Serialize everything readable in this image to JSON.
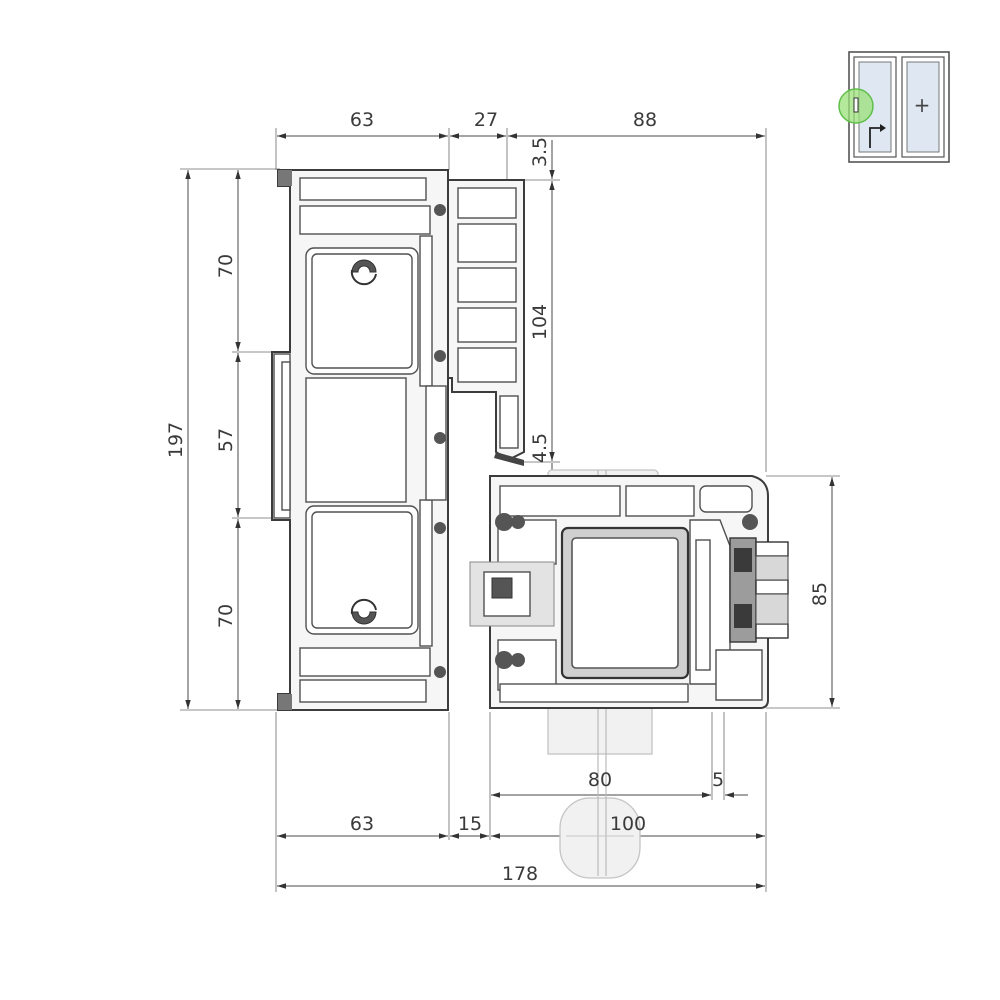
{
  "diagram": {
    "dimensions": {
      "top_63": "63",
      "top_27": "27",
      "top_88": "88",
      "top_3_5": "3.5",
      "right_104": "104",
      "right_4_5": "4.5",
      "right_85": "85",
      "left_197": "197",
      "left_70_top": "70",
      "left_57": "57",
      "left_70_bottom": "70",
      "bottom_80": "80",
      "bottom_5": "5",
      "bottom_63": "63",
      "bottom_15": "15",
      "bottom_100": "100",
      "bottom_178": "178"
    },
    "thumbnail": {
      "plus_symbol": "+"
    },
    "colors": {
      "line": "#3c3c3c",
      "glass": "#9c9c9c",
      "highlight": "#9be07a",
      "thumbnail_glass": "#dfe8f2"
    }
  }
}
